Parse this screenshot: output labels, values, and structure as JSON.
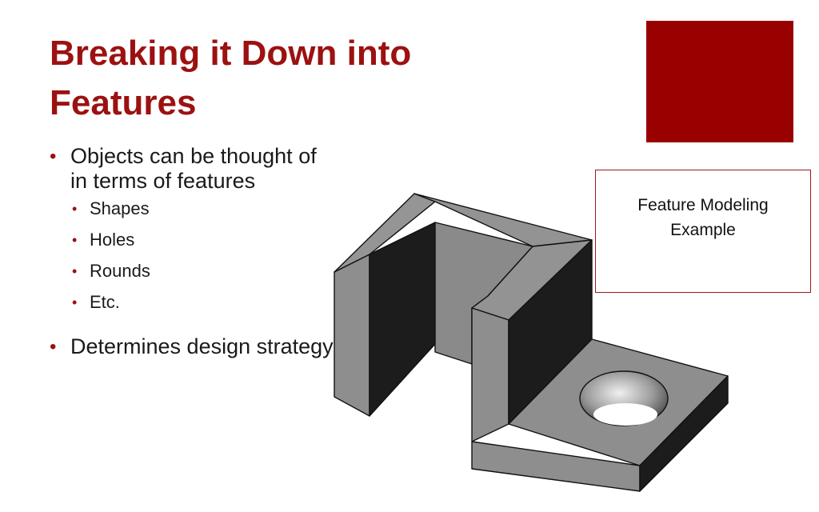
{
  "slide": {
    "title": "Breaking it Down into Features",
    "bullets": [
      {
        "text": "Objects can be thought of in terms of features",
        "sub": [
          "Shapes",
          "Holes",
          "Rounds",
          "Etc."
        ]
      },
      {
        "text": "Determines design strategy",
        "sub": []
      }
    ],
    "caption": "Feature Modeling Example"
  },
  "colors": {
    "accent": "#990000",
    "title": "#9c1111",
    "model_light": "#8e8e8e",
    "model_dark": "#1c1c1c"
  },
  "illustration": {
    "icon": "cad-bracket-model-with-hole"
  }
}
